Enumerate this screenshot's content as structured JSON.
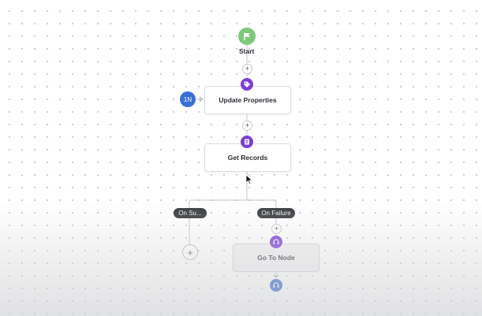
{
  "start": {
    "label": "Start"
  },
  "source_badge": {
    "text": "1N"
  },
  "nodes": {
    "update_properties": "Update Properties",
    "get_records": "Get Records",
    "go_to_node": "Go To Node"
  },
  "branches": {
    "success": "On Su...",
    "failure": "On Failure"
  },
  "plus_symbol": "+",
  "icons": {
    "start": "flag-icon",
    "update_properties": "tag-icon",
    "get_records": "records-icon",
    "go_to_node": "headset-icon",
    "target": "headset-icon"
  },
  "colors": {
    "start": "#7dc87a",
    "badge": "#3b6fd8",
    "node_icon": "#7b3fd4",
    "target_icon": "#2f5fcf"
  }
}
